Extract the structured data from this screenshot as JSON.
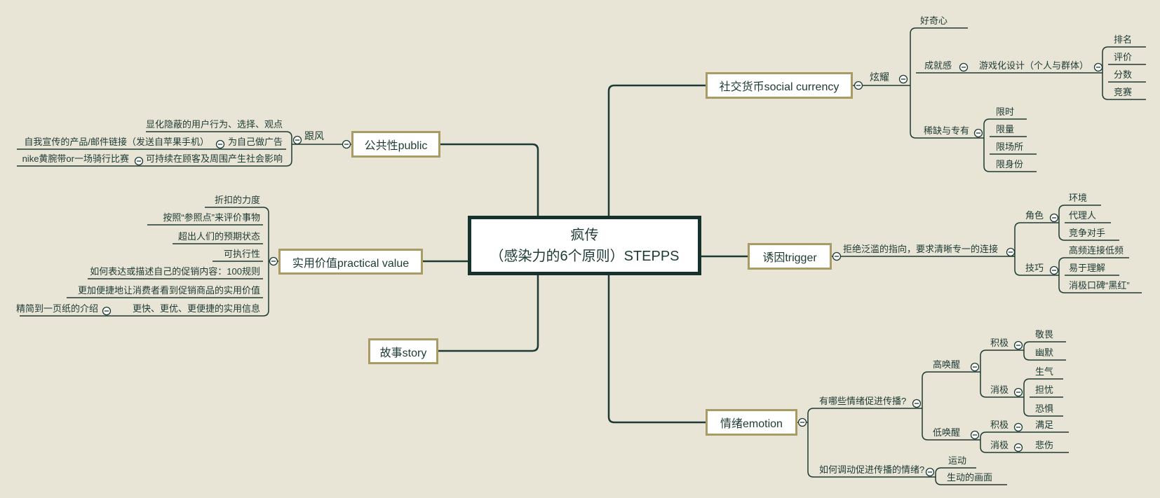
{
  "app": {
    "background": "#e8e5d6",
    "line_color": "#1d3a34",
    "topic_border_color": "#a89b63",
    "center_border_color": "#16322d",
    "text_color": "#1d3a34"
  },
  "root": {
    "title_line1": "疯传",
    "title_line2": "（感染力的6个原则）STEPPS"
  },
  "social": {
    "label": "社交货币social currency",
    "show_off": {
      "label": "炫耀",
      "curiosity": "好奇心",
      "achievement": {
        "label": "成就感",
        "gamification": {
          "label": "游戏化设计（个人与群体）",
          "items": [
            "排名",
            "评价",
            "分数",
            "竞赛"
          ]
        }
      },
      "scarcity": {
        "label": "稀缺与专有",
        "items": [
          "限时",
          "限量",
          "限场所",
          "限身份"
        ]
      }
    }
  },
  "public": {
    "label": "公共性public",
    "follow": {
      "label": "跟风",
      "visible_behavior": "显化隐蔽的用户行为、选择、观点",
      "self_ad": {
        "label": "为自己做广告",
        "example": "自我宣传的产品/邮件链接（发送自苹果手机）"
      },
      "social_impact": {
        "label": "可持续在顾客及周围产生社会影响",
        "example": "nike黄腕带or一场骑行比赛"
      }
    }
  },
  "practical": {
    "label": "实用价值practical value",
    "items": [
      "折扣的力度",
      "按照“参照点”来评价事物",
      "超出人们的预期状态",
      "可执行性",
      "如何表达或描述自己的促销内容：100规则",
      "更加便捷地让消费者看到促销商品的实用价值"
    ],
    "info": {
      "label": "更快、更优、更便捷的实用信息",
      "example": "精简到一页纸的介绍"
    }
  },
  "story": {
    "label": "故事story"
  },
  "trigger": {
    "label": "诱因trigger",
    "connection": {
      "label": "拒绝泛滥的指向，要求清晰专一的连接",
      "role": {
        "label": "角色",
        "items": [
          "环境",
          "代理人",
          "竞争对手"
        ]
      },
      "technique": {
        "label": "技巧",
        "items": [
          "高频连接低频",
          "易于理解",
          "消极口碑“黑红”"
        ]
      }
    }
  },
  "emotion": {
    "label": "情绪emotion",
    "which": {
      "label": "有哪些情绪促进传播?",
      "high_arousal": {
        "label": "高唤醒",
        "positive": {
          "label": "积极",
          "items": [
            "敬畏",
            "幽默"
          ]
        },
        "negative": {
          "label": "消极",
          "items": [
            "生气",
            "担忧",
            "恐惧"
          ]
        }
      },
      "low_arousal": {
        "label": "低唤醒",
        "positive": {
          "label": "积极",
          "item": "满足"
        },
        "negative": {
          "label": "消极",
          "item": "悲伤"
        }
      }
    },
    "how": {
      "label": "如何调动促进传播的情绪?",
      "items": [
        "运动",
        "生动的画面"
      ]
    }
  }
}
